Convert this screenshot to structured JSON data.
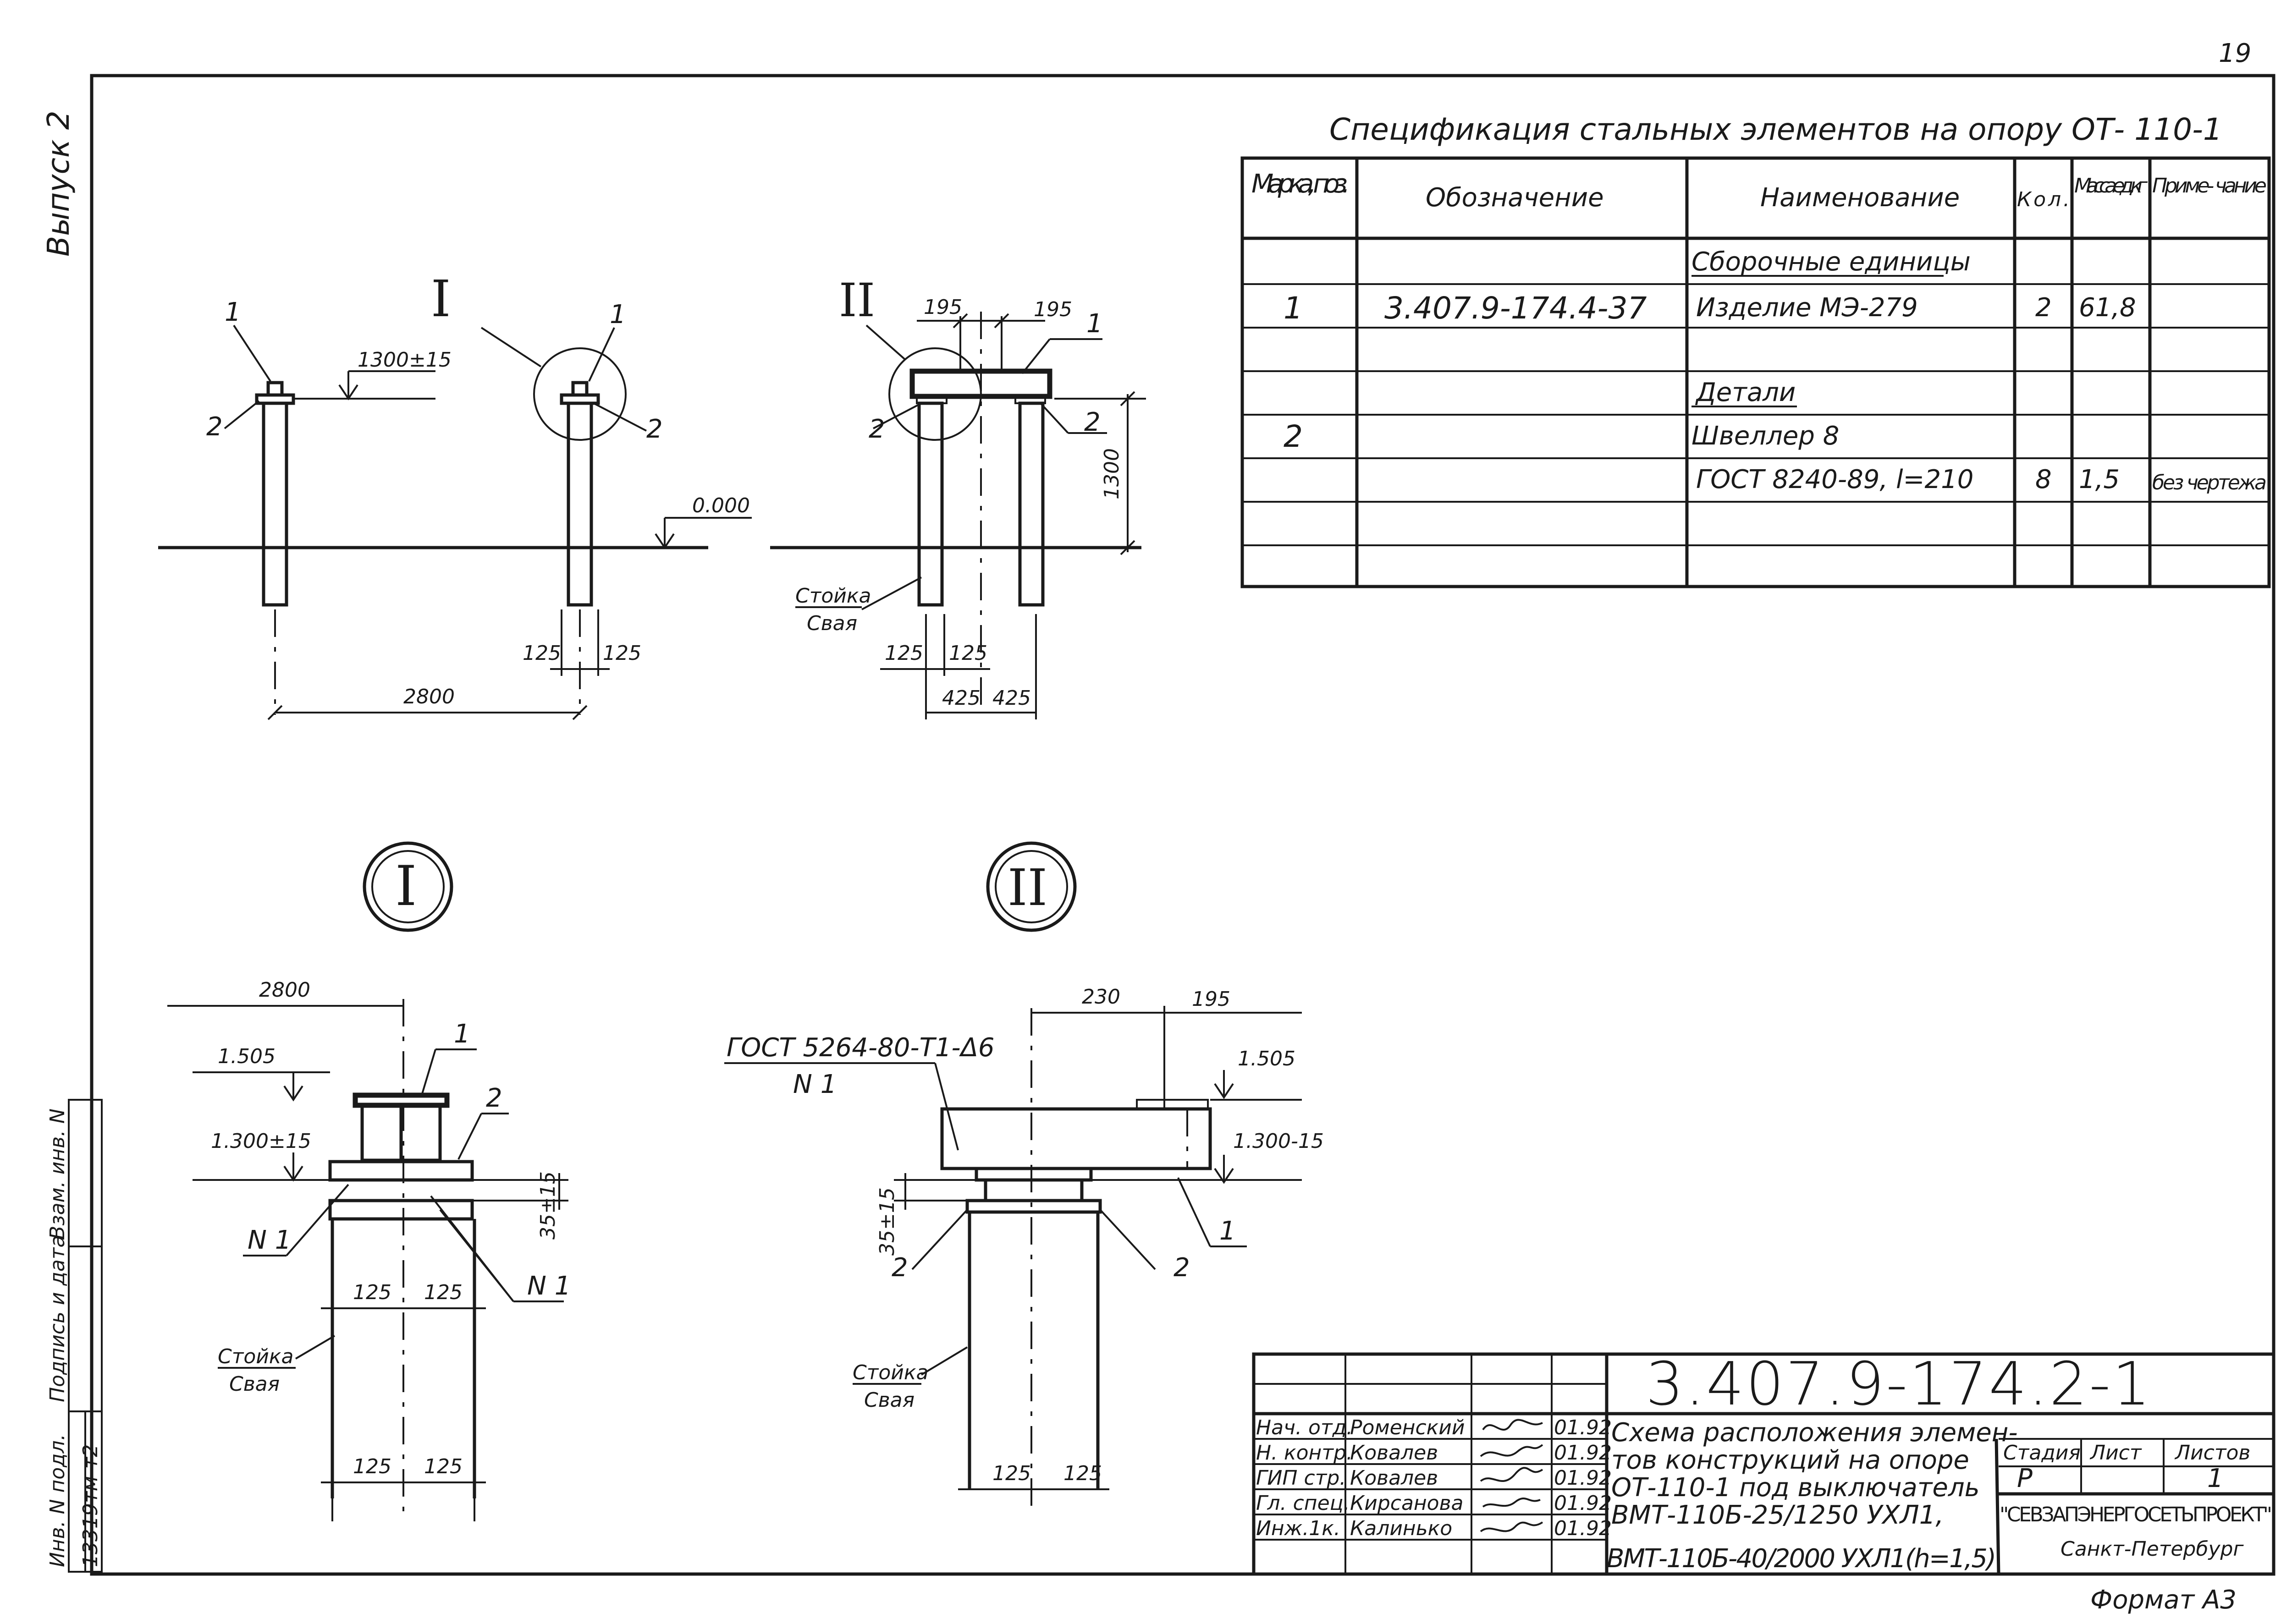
{
  "page_mark": "19",
  "side_labels": {
    "issue": "Выпуск 2",
    "inv_no_label": "Инв. N подл.",
    "inv_no_value": "13319тм-т2",
    "signature_date": "Подпись и дата",
    "replace_inv": "Взам. инв. N"
  },
  "spec": {
    "title": "Спецификация стальных элементов на опору ОТ- 110-1",
    "headers": [
      "Марка, поз.",
      "Обозначение",
      "Наименование",
      "Кол.",
      "Масса ед.,кг",
      "Приме- чание"
    ],
    "rows": [
      [
        "",
        "",
        "Сборочные единицы",
        "",
        "",
        ""
      ],
      [
        "1",
        "3.407.9-174.4-37",
        "Изделие МЭ-279",
        "2",
        "61,8",
        ""
      ],
      [
        "",
        "",
        "",
        "",
        "",
        ""
      ],
      [
        "",
        "",
        "Детали",
        "",
        "",
        ""
      ],
      [
        "2",
        "",
        "Швеллер 8",
        "",
        "",
        ""
      ],
      [
        "",
        "",
        "ГОСТ 8240-89,  l=210",
        "8",
        "1,5",
        "без чертежа"
      ],
      [
        "",
        "",
        "",
        "",
        "",
        ""
      ],
      [
        "",
        "",
        "",
        "",
        "",
        ""
      ]
    ]
  },
  "view1": {
    "callout": "I",
    "mark1": "1",
    "mark1b": "1",
    "mark2": "2",
    "mark2b": "2",
    "level": "1300±15",
    "zero_level": "0.000",
    "dim_span": "2800",
    "dim_a": "125",
    "dim_b": "125"
  },
  "view2": {
    "callout": "II",
    "mark1": "1",
    "mark2a": "2",
    "mark2b": "2",
    "dim_top_a": "195",
    "dim_top_b": "195",
    "dim_height": "1300",
    "post_label": "Стойка",
    "pile_label": "Свая",
    "dim_a": "125",
    "dim_b": "125",
    "dim_c": "425",
    "dim_d": "425"
  },
  "detailI": {
    "label": "I",
    "dim_top": "2800",
    "level_top": "1.505",
    "level_mid": "1.300±15",
    "gap": "35±15",
    "mark1": "1",
    "mark2": "2",
    "weld_a": "N 1",
    "weld_b": "N 1",
    "dim_a": "125",
    "dim_b": "125",
    "dim_c": "125",
    "dim_d": "125",
    "post_label": "Стойка",
    "pile_label": "Свая"
  },
  "detailII": {
    "label": "II",
    "dim_a": "230",
    "dim_b": "195",
    "weld_std": "ГОСТ 5264-80-Т1-Δ6",
    "weld_mark": "N 1",
    "level_top": "1.505",
    "level_mid": "1.300-15",
    "gap": "35±15",
    "mark1": "1",
    "mark2a": "2",
    "mark2b": "2",
    "dim_c": "125",
    "dim_d": "125",
    "post_label": "Стойка",
    "pile_label": "Свая"
  },
  "title_block": {
    "code": "3.407.9-174.2-1",
    "roles": [
      "Нач. отд.",
      "Н. контр.",
      "ГИП стр.",
      "Гл. спец.",
      "Инж.1к."
    ],
    "names": [
      "Роменский",
      "Ковалев",
      "Ковалев",
      "Кирсанова",
      "Калинько"
    ],
    "dates": [
      "01.92",
      "01.92",
      "01.92",
      "01.92",
      "01.92"
    ],
    "desc_lines": [
      "Схема расположения элемен-",
      "тов конструкций на опоре",
      "ОТ-110-1 под выключатель",
      "ВМТ-110Б-25/1250 УХЛ1,",
      "ВМТ-110Б-40/2000 УХЛ1(h=1,5)"
    ],
    "stage_label": "Стадия",
    "sheet_label": "Лист",
    "sheets_label": "Листов",
    "stage": "Р",
    "sheets": "1",
    "org": "\"СЕВЗАПЭНЕРГОСЕТЬПРОЕКТ\"",
    "city": "Санкт-Петербург",
    "format": "Формат А3"
  }
}
